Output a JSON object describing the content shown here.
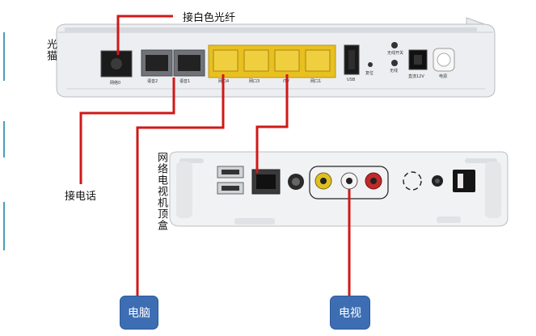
{
  "labels": {
    "fiber": "接白色光纤",
    "modem": "光猫",
    "phone": "接电话",
    "stb": "网络电视机顶盒"
  },
  "boxes": {
    "computer": "电脑",
    "tv": "电视"
  },
  "modem_ports": {
    "optical": "网络0",
    "phone2": "语音2",
    "phone1": "语音1",
    "lan4": "网口4",
    "lan3": "网口3",
    "itv": "iTV",
    "lan1": "网口1",
    "usb": "USB",
    "reset": "复位",
    "wifi_toggle": "无线开关",
    "wifi": "无线",
    "power_in": "直流12V",
    "power_btn": "电源"
  },
  "colors": {
    "wire": "#d01818",
    "box": "#3d6eb3",
    "lan_port": "#e8c020"
  }
}
